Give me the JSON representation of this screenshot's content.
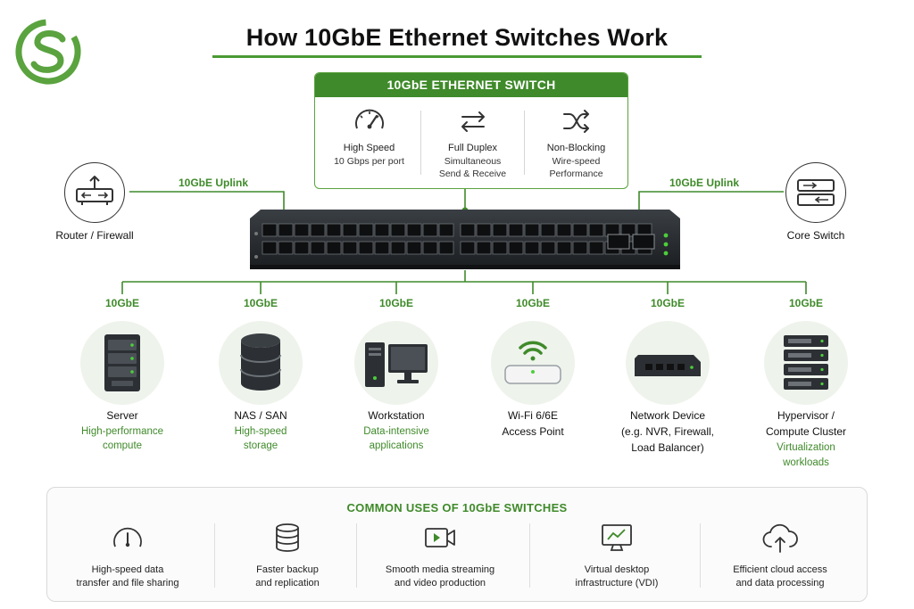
{
  "title": "How 10GbE Ethernet Switches Work",
  "colors": {
    "accent": "#3f8a2a",
    "accent_light": "#5aa33f",
    "node_bg": "#eef3ec",
    "switch_body": "#262a2e"
  },
  "card": {
    "header": "10GbE ETHERNET SWITCH",
    "features": [
      {
        "icon": "speedometer-icon",
        "line1": "High Speed",
        "line2": "10 Gbps per port",
        "line3": ""
      },
      {
        "icon": "duplex-arrows-icon",
        "line1": "Full Duplex",
        "line2": "Simultaneous",
        "line3": "Send & Receive"
      },
      {
        "icon": "shuffle-icon",
        "line1": "Non-Blocking",
        "line2": "Wire-speed",
        "line3": "Performance"
      }
    ]
  },
  "uplinks": {
    "left": {
      "label": "10GbE Uplink",
      "device": "Router / Firewall",
      "icon": "router-icon"
    },
    "right": {
      "label": "10GbE Uplink",
      "device": "Core Switch",
      "icon": "core-switch-icon"
    }
  },
  "nodes": [
    {
      "speed": "10GbE",
      "icon": "server-icon",
      "title": [
        "Server"
      ],
      "sub": [
        "High-performance",
        "compute"
      ]
    },
    {
      "speed": "10GbE",
      "icon": "nas-database-icon",
      "title": [
        "NAS / SAN"
      ],
      "sub": [
        "High-speed",
        "storage"
      ]
    },
    {
      "speed": "10GbE",
      "icon": "workstation-icon",
      "title": [
        "Workstation"
      ],
      "sub": [
        "Data-intensive",
        "applications"
      ]
    },
    {
      "speed": "10GbE",
      "icon": "wifi-access-point-icon",
      "title": [
        "Wi-Fi 6/6E",
        "Access Point"
      ],
      "sub": []
    },
    {
      "speed": "10GbE",
      "icon": "network-device-icon",
      "title": [
        "Network Device",
        "(e.g. NVR, Firewall,",
        "Load Balancer)"
      ],
      "sub": []
    },
    {
      "speed": "10GbE",
      "icon": "hypervisor-cluster-icon",
      "title": [
        "Hypervisor /",
        "Compute Cluster"
      ],
      "sub": [
        "Virtualization",
        "workloads"
      ]
    }
  ],
  "uses": {
    "title": "COMMON USES OF 10GbE SWITCHES",
    "items": [
      {
        "icon": "speedometer-icon",
        "line1": "High-speed data",
        "line2": "transfer and file sharing"
      },
      {
        "icon": "database-icon",
        "line1": "Faster backup",
        "line2": "and replication"
      },
      {
        "icon": "video-camera-icon",
        "line1": "Smooth media streaming",
        "line2": "and video production"
      },
      {
        "icon": "monitor-icon",
        "line1": "Virtual desktop",
        "line2": "infrastructure (VDI)"
      },
      {
        "icon": "cloud-upload-icon",
        "line1": "Efficient cloud access",
        "line2": "and data processing"
      }
    ]
  }
}
